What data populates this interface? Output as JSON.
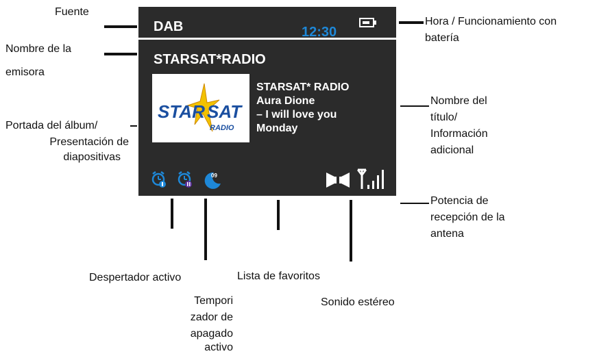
{
  "screen": {
    "source": "DAB",
    "time": "12:30",
    "station_name": "STARSAT*RADIO",
    "info_lines": [
      "STARSAT* RADIO",
      "Aura Dione",
      "– I will love you",
      "Monday"
    ],
    "album_art": {
      "logo_word_left": "STAR",
      "logo_word_right": "SAT",
      "logo_sub": "RADIO"
    },
    "sleep_timer_badge": "09",
    "colors": {
      "screen_bg": "#2b2b2b",
      "time": "#1e88d8",
      "icon_blue": "#1e88d8",
      "icon_purple": "#5a2d9a",
      "text": "#ffffff"
    }
  },
  "callouts": {
    "source": "Fuente",
    "station_name": [
      "Nombre de la",
      "emisora"
    ],
    "album_art": [
      "Portada del álbum/",
      "Presentación de",
      "diapositivas"
    ],
    "time_battery": [
      "Hora / Funcionamiento con",
      "batería"
    ],
    "title_info": [
      "Nombre del",
      "título/",
      "Información",
      "adicional"
    ],
    "antenna": [
      "Potencia de",
      "recepción de la",
      "antena"
    ],
    "alarm": "Despertador activo",
    "favorites": "Lista de favoritos",
    "sleep_timer": [
      "Tempori",
      "zador de",
      "apagado",
      "activo"
    ],
    "stereo": "Sonido estéreo"
  }
}
